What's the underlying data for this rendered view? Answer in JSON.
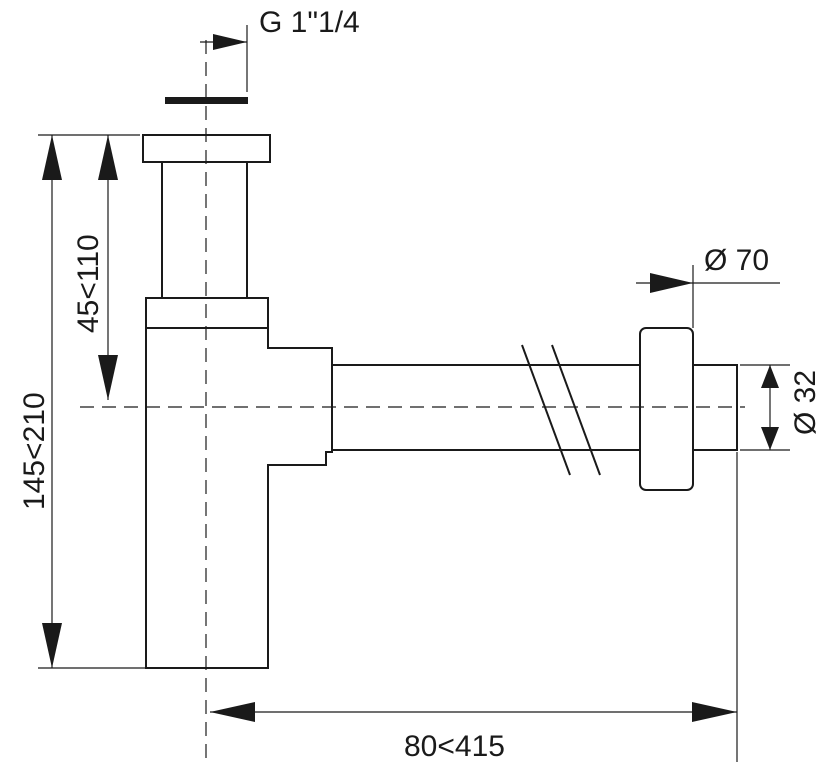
{
  "diagram": {
    "title": "Bottle trap technical drawing",
    "dimensions": {
      "thread": "G 1\"1/4",
      "flange_diameter": "Ø 70",
      "pipe_diameter": "Ø 32",
      "horizontal_length": "80<415",
      "total_height": "145<210",
      "upper_height": "45<110"
    },
    "colors": {
      "line": "#1a1a1a",
      "background": "#ffffff"
    }
  }
}
